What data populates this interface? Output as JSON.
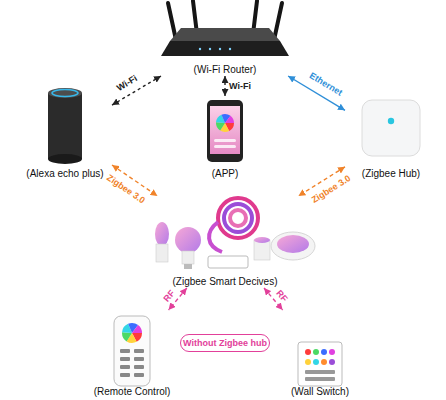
{
  "diagram": {
    "nodes": [
      {
        "text": [
          "(Wi-Fi Router)"
        ]
      },
      {
        "text": [
          "(Alexa echo plus)"
        ]
      },
      {
        "text": [
          "(APP)"
        ]
      },
      {
        "text": [
          "(Zigbee Hub)"
        ]
      },
      {
        "text": [
          "(Zigbee Smart Decives)"
        ]
      },
      {
        "text": [
          "(Remote Control)"
        ]
      },
      {
        "text": [
          "Without Zigbee hub"
        ]
      },
      {
        "text": [
          "(Wall Switch)"
        ]
      }
    ],
    "edges": [
      {
        "from": 0,
        "to": 1,
        "label": "Wi-Fi",
        "arrow": "both"
      },
      {
        "from": 0,
        "to": 2,
        "label": "Wi-Fi",
        "arrow": "both"
      },
      {
        "from": 0,
        "to": 3,
        "label": "Ethernet",
        "arrow": "both"
      },
      {
        "from": 1,
        "to": 4,
        "label": "Zigbee 3.0",
        "arrow": "both"
      },
      {
        "from": 3,
        "to": 4,
        "label": "Zigbee 3.0",
        "arrow": "both"
      },
      {
        "from": 4,
        "to": 5,
        "label": "RF",
        "arrow": "both"
      },
      {
        "from": 4,
        "to": 7,
        "label": "RF",
        "arrow": "both"
      }
    ]
  }
}
